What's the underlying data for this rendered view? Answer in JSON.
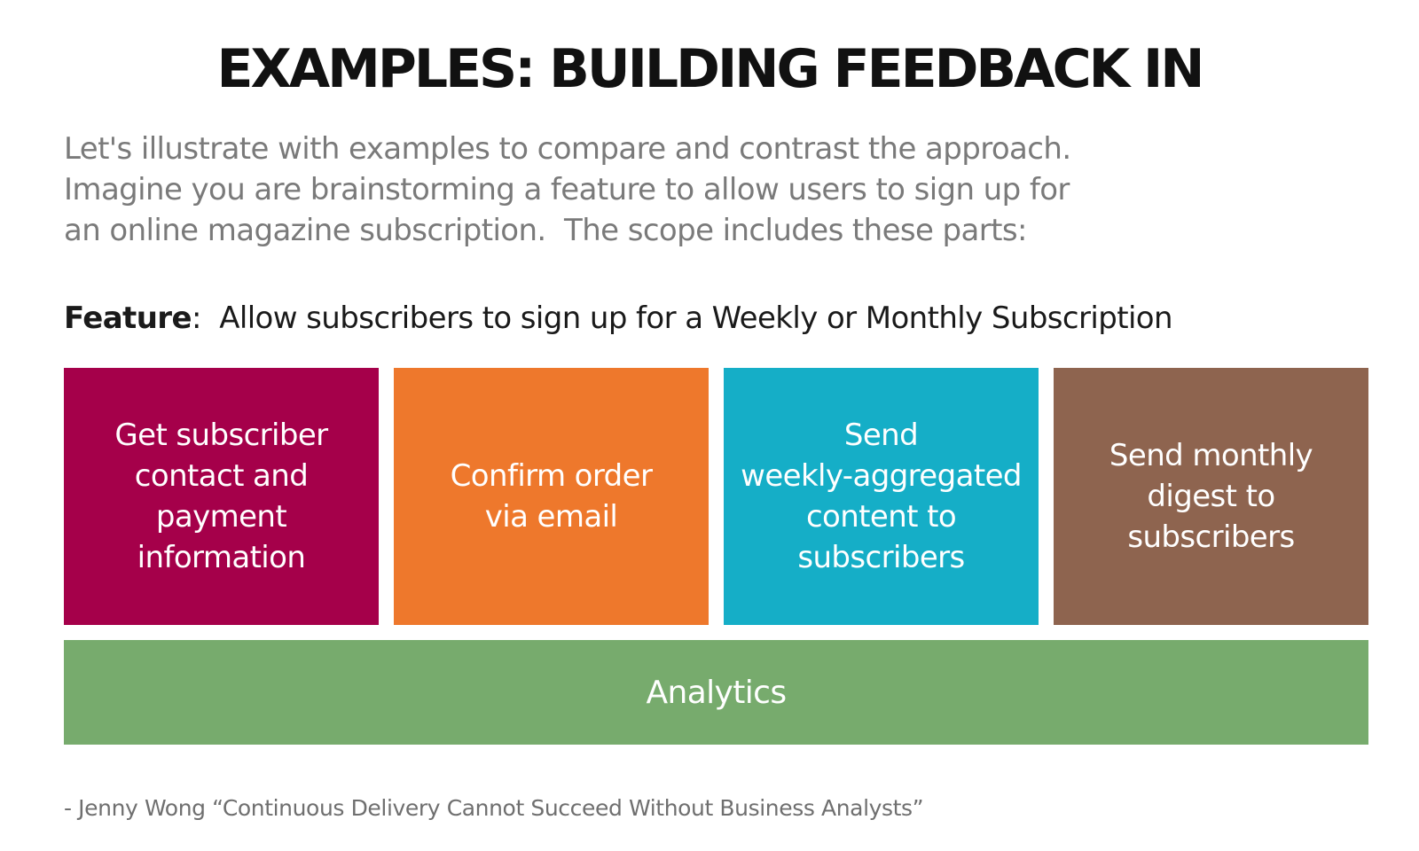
{
  "title": "EXAMPLES: BUILDING FEEDBACK IN",
  "intro": {
    "lines": [
      "Let's illustrate with examples to compare and contrast the approach.",
      "Imagine you are brainstorming a feature to allow users to sign up for",
      "an online magazine subscription.  The scope includes these parts:"
    ]
  },
  "feature": {
    "label": "Feature",
    "text": ":  Allow subscribers to sign up for a Weekly or Monthly Subscription"
  },
  "parts": [
    {
      "lines": [
        "Get subscriber",
        "contact and",
        "payment",
        "information"
      ],
      "color": "#a5004a"
    },
    {
      "lines": [
        "Confirm order",
        "via email"
      ],
      "color": "#ee782c"
    },
    {
      "lines": [
        "Send",
        "weekly-aggregated",
        "content to",
        "subscribers"
      ],
      "color": "#15aec7"
    },
    {
      "lines": [
        "Send monthly",
        "digest to",
        "subscribers"
      ],
      "color": "#8e644f"
    }
  ],
  "analytics": {
    "label": "Analytics",
    "color": "#77ab6d"
  },
  "citation": "- Jenny Wong “Continuous Delivery Cannot Succeed Without Business Analysts”"
}
